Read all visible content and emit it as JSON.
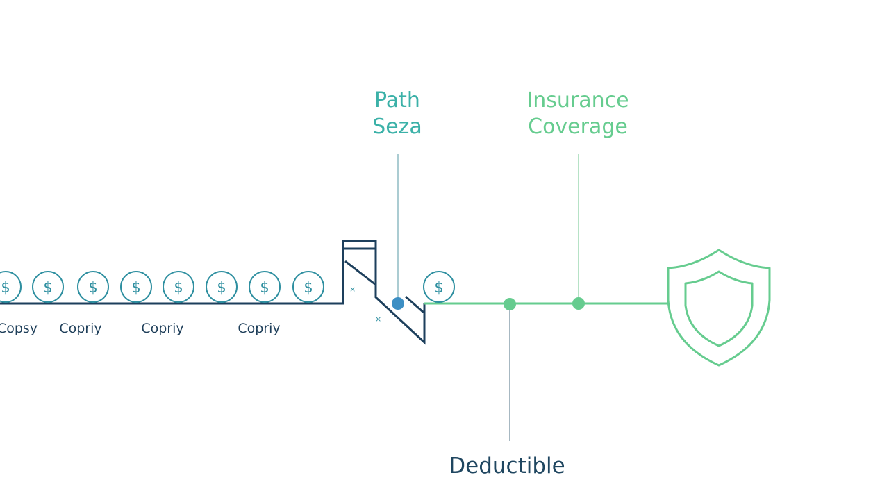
{
  "labels": {
    "path": [
      "Path",
      "Seza"
    ],
    "insurance": [
      "Insurance",
      "Coverage"
    ],
    "deductible": "Deductible",
    "copays": [
      "Copsy",
      "Copriy",
      "Copriy",
      "Copriy"
    ]
  },
  "coin_symbol": "$",
  "icons": {
    "coins": "dollar-coin-icon",
    "shield": "shield-icon"
  },
  "colors": {
    "navy": "#1d3f5c",
    "teal": "#3bb1a8",
    "green": "#66cc8f",
    "blue_dot": "#3d8fc4"
  }
}
